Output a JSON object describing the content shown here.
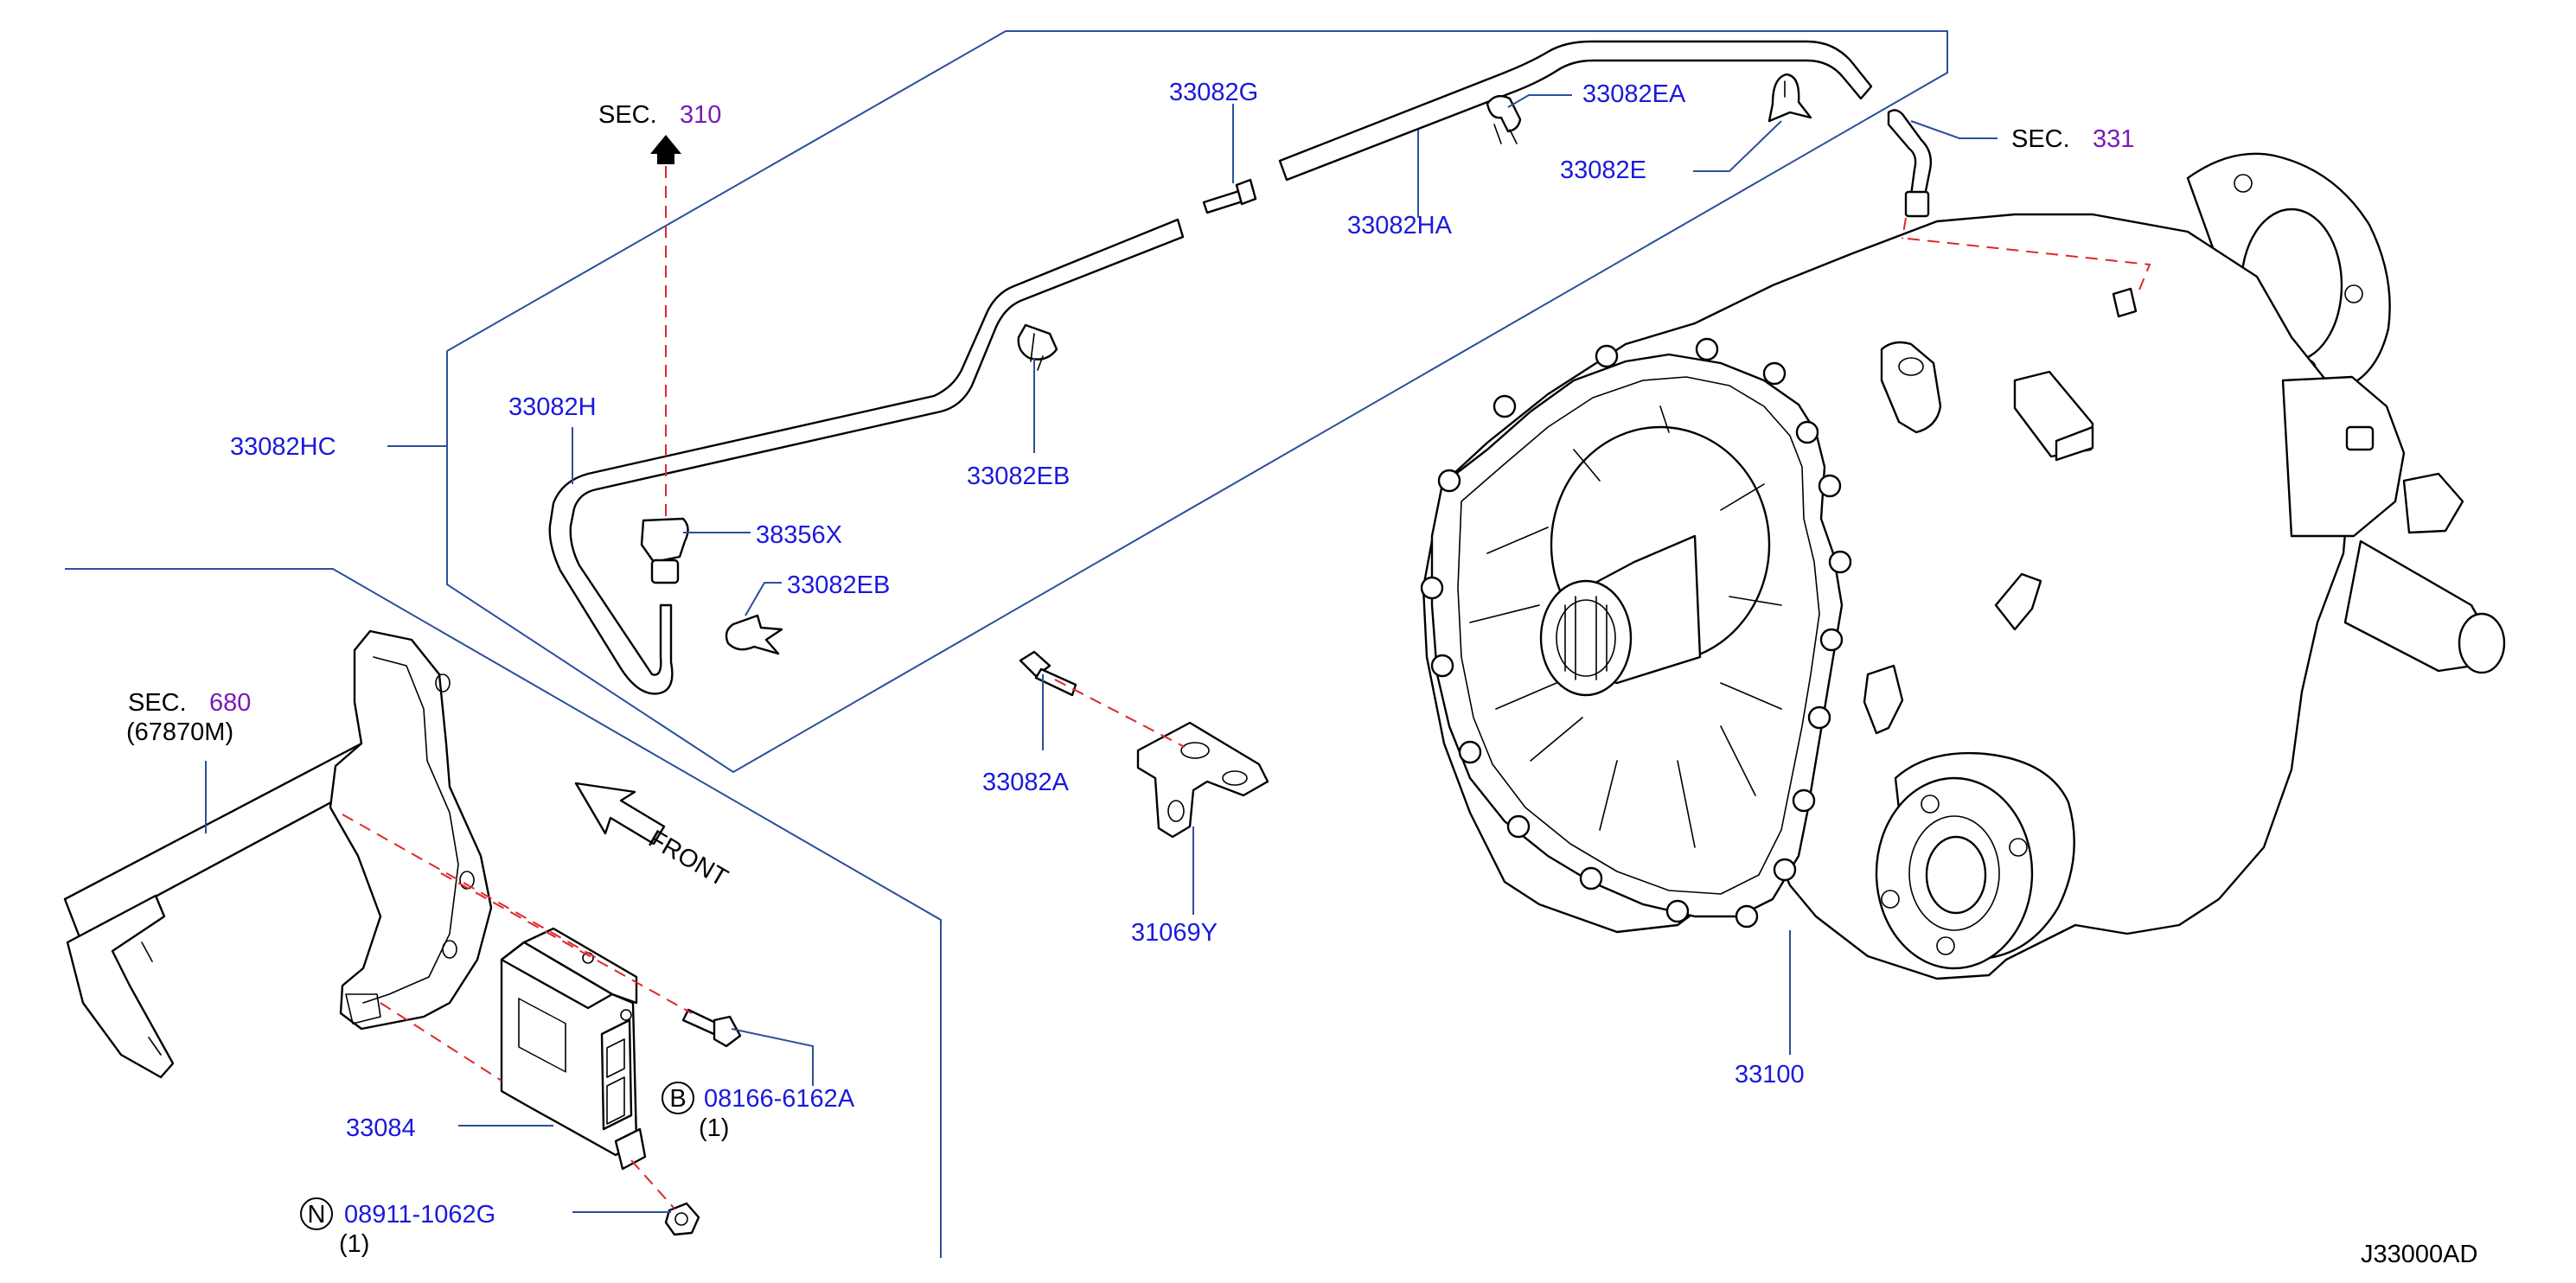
{
  "sections": {
    "sec310": {
      "prefix": "SEC.",
      "num": "310"
    },
    "sec331": {
      "prefix": "SEC.",
      "num": "331"
    },
    "sec680": {
      "prefix": "SEC.",
      "num": "680",
      "sub": "(67870M)"
    }
  },
  "parts": {
    "p33082G": "33082G",
    "p33082EA": "33082EA",
    "p33082E": "33082E",
    "p33082HA": "33082HA",
    "p33082HC": "33082HC",
    "p33082H": "33082H",
    "p33082EB_1": "33082EB",
    "p38356X": "38356X",
    "p33082EB_2": "33082EB",
    "p33082A": "33082A",
    "p31069Y": "31069Y",
    "p33100": "33100",
    "p33084": "33084"
  },
  "fasteners": {
    "bolt": {
      "symbol": "B",
      "number": "08166-6162A",
      "qty": "(1)"
    },
    "nut": {
      "symbol": "N",
      "number": "08911-1062G",
      "qty": "(1)"
    }
  },
  "front_label": "FRONT",
  "diagram_code": "J33000AD",
  "colors": {
    "part_number": "#1a1adb",
    "section_number": "#7a1ab8",
    "leader": "#2a4f9c",
    "dash_line": "#e0262c"
  }
}
